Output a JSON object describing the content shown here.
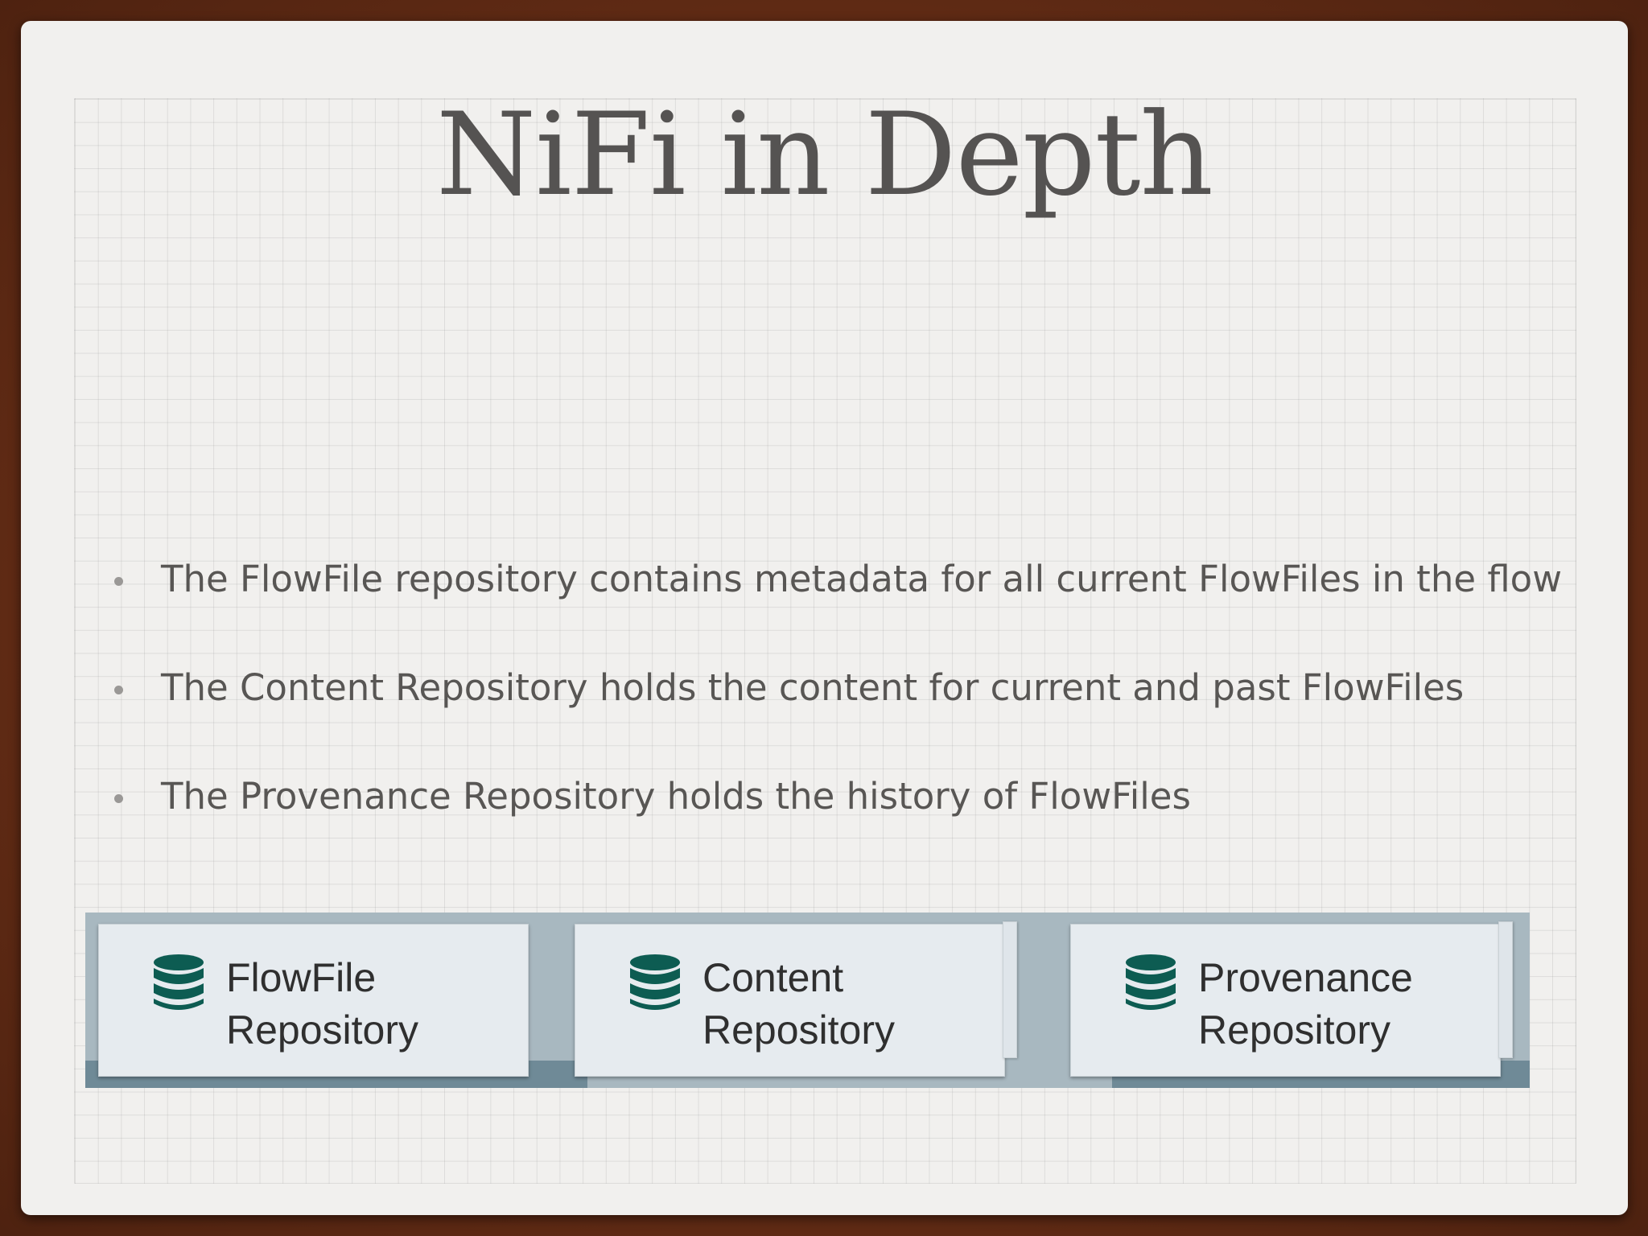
{
  "slide": {
    "title": "NiFi in Depth",
    "bullets": [
      "The FlowFile repository contains metadata for all current FlowFiles in the flow",
      "The Content Repository holds the content for current and past FlowFiles",
      "The Provenance Repository holds the history of FlowFiles"
    ]
  },
  "repositories": [
    {
      "line1": "FlowFile",
      "line2": "Repository",
      "icon": "database-icon"
    },
    {
      "line1": "Content",
      "line2": "Repository",
      "icon": "database-icon"
    },
    {
      "line1": "Provenance",
      "line2": "Repository",
      "icon": "database-icon"
    }
  ],
  "colors": {
    "frame": "#6e3218",
    "slide_background": "#f1f0ee",
    "title_text": "#555352",
    "body_text": "#585654",
    "icon": "#0d5c52",
    "card": "#e6ebef",
    "strip": "#a8b8c0"
  }
}
